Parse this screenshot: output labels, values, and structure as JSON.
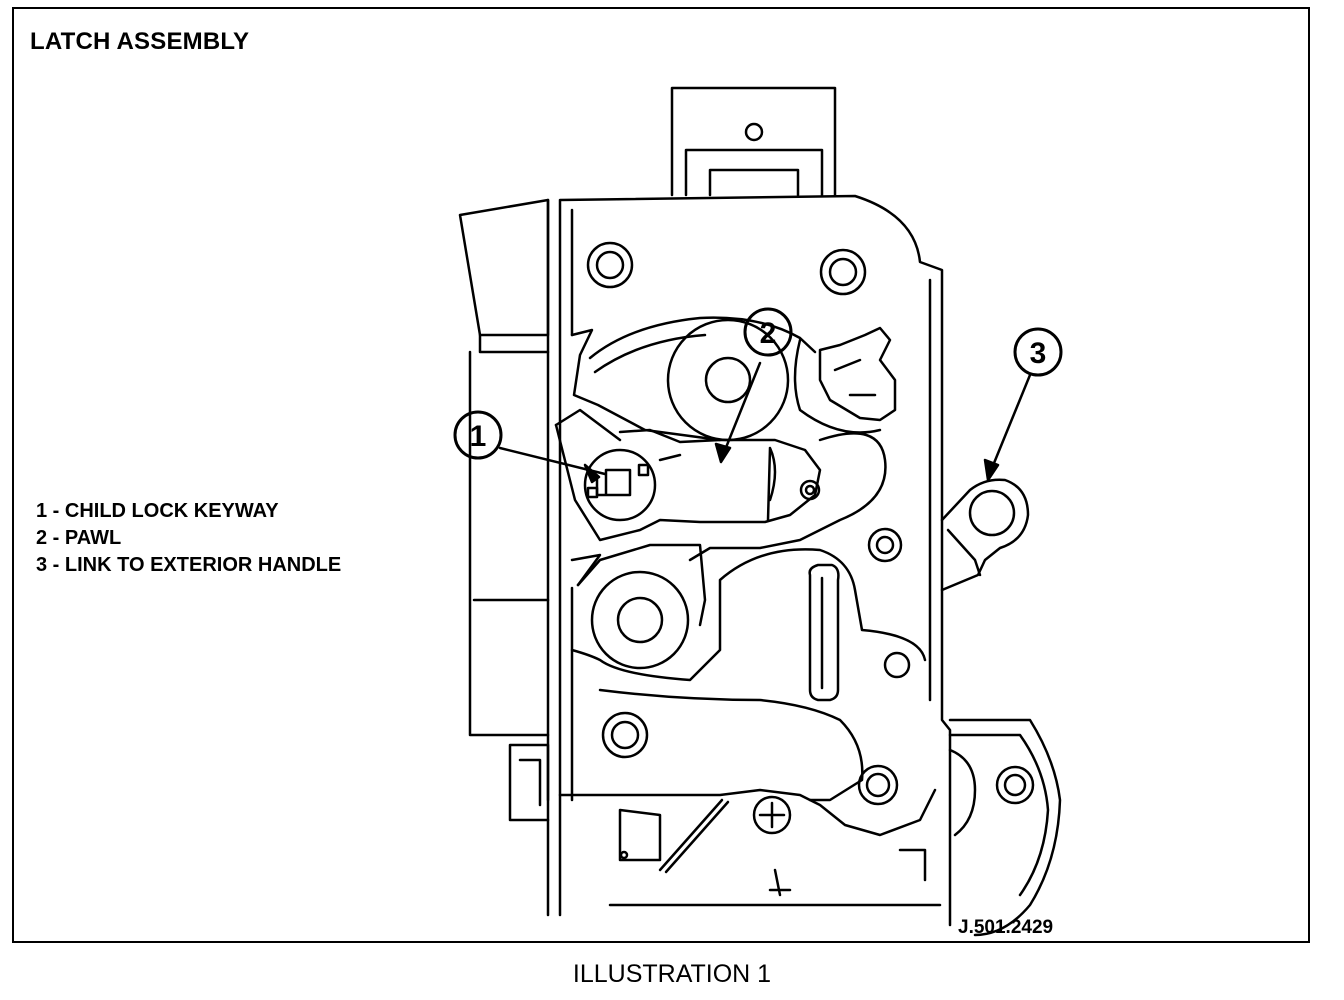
{
  "title": "LATCH ASSEMBLY",
  "legend": [
    {
      "number": "1",
      "text": "1 - CHILD LOCK KEYWAY"
    },
    {
      "number": "2",
      "text": "2 - PAWL"
    },
    {
      "number": "3",
      "text": "3 - LINK TO EXTERIOR HANDLE"
    }
  ],
  "callouts": [
    "1",
    "2",
    "3"
  ],
  "drawing_code": "J.501.2429",
  "caption": "ILLUSTRATION 1"
}
